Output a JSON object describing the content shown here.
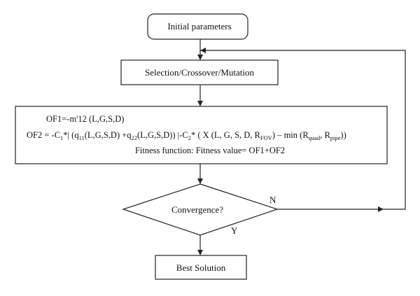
{
  "nodes": {
    "start": {
      "label": "Initial parameters"
    },
    "ga": {
      "label": "Selection/Crossover/Mutation"
    },
    "fitness": {
      "line1": {
        "text": "OF1=-m'12 (L,G,S,D)"
      },
      "line2": {
        "p1": "OF2 = -C",
        "s1": "1",
        "p2": "*| (q",
        "s2": "11",
        "p3": "(L,G,S,D) +q",
        "s3": "22",
        "p4": "(L,G,S,D)) |-C",
        "s4": "2",
        "p5": "* ( X (L, G, S, D, R",
        "s5": "FOV",
        "p6": ") – min (R",
        "s6": "quad",
        "p7": ", R",
        "s7": "pipe",
        "p8": "))"
      },
      "line3": {
        "text": "Fitness function: Fitness value= OF1+OF2"
      }
    },
    "decision": {
      "label": "Convergence?"
    },
    "end": {
      "label": "Best Solution"
    }
  },
  "edges": {
    "no": {
      "label": "N"
    },
    "yes": {
      "label": "Y"
    }
  },
  "colors": {
    "stroke": "#222222",
    "text": "#111111"
  }
}
